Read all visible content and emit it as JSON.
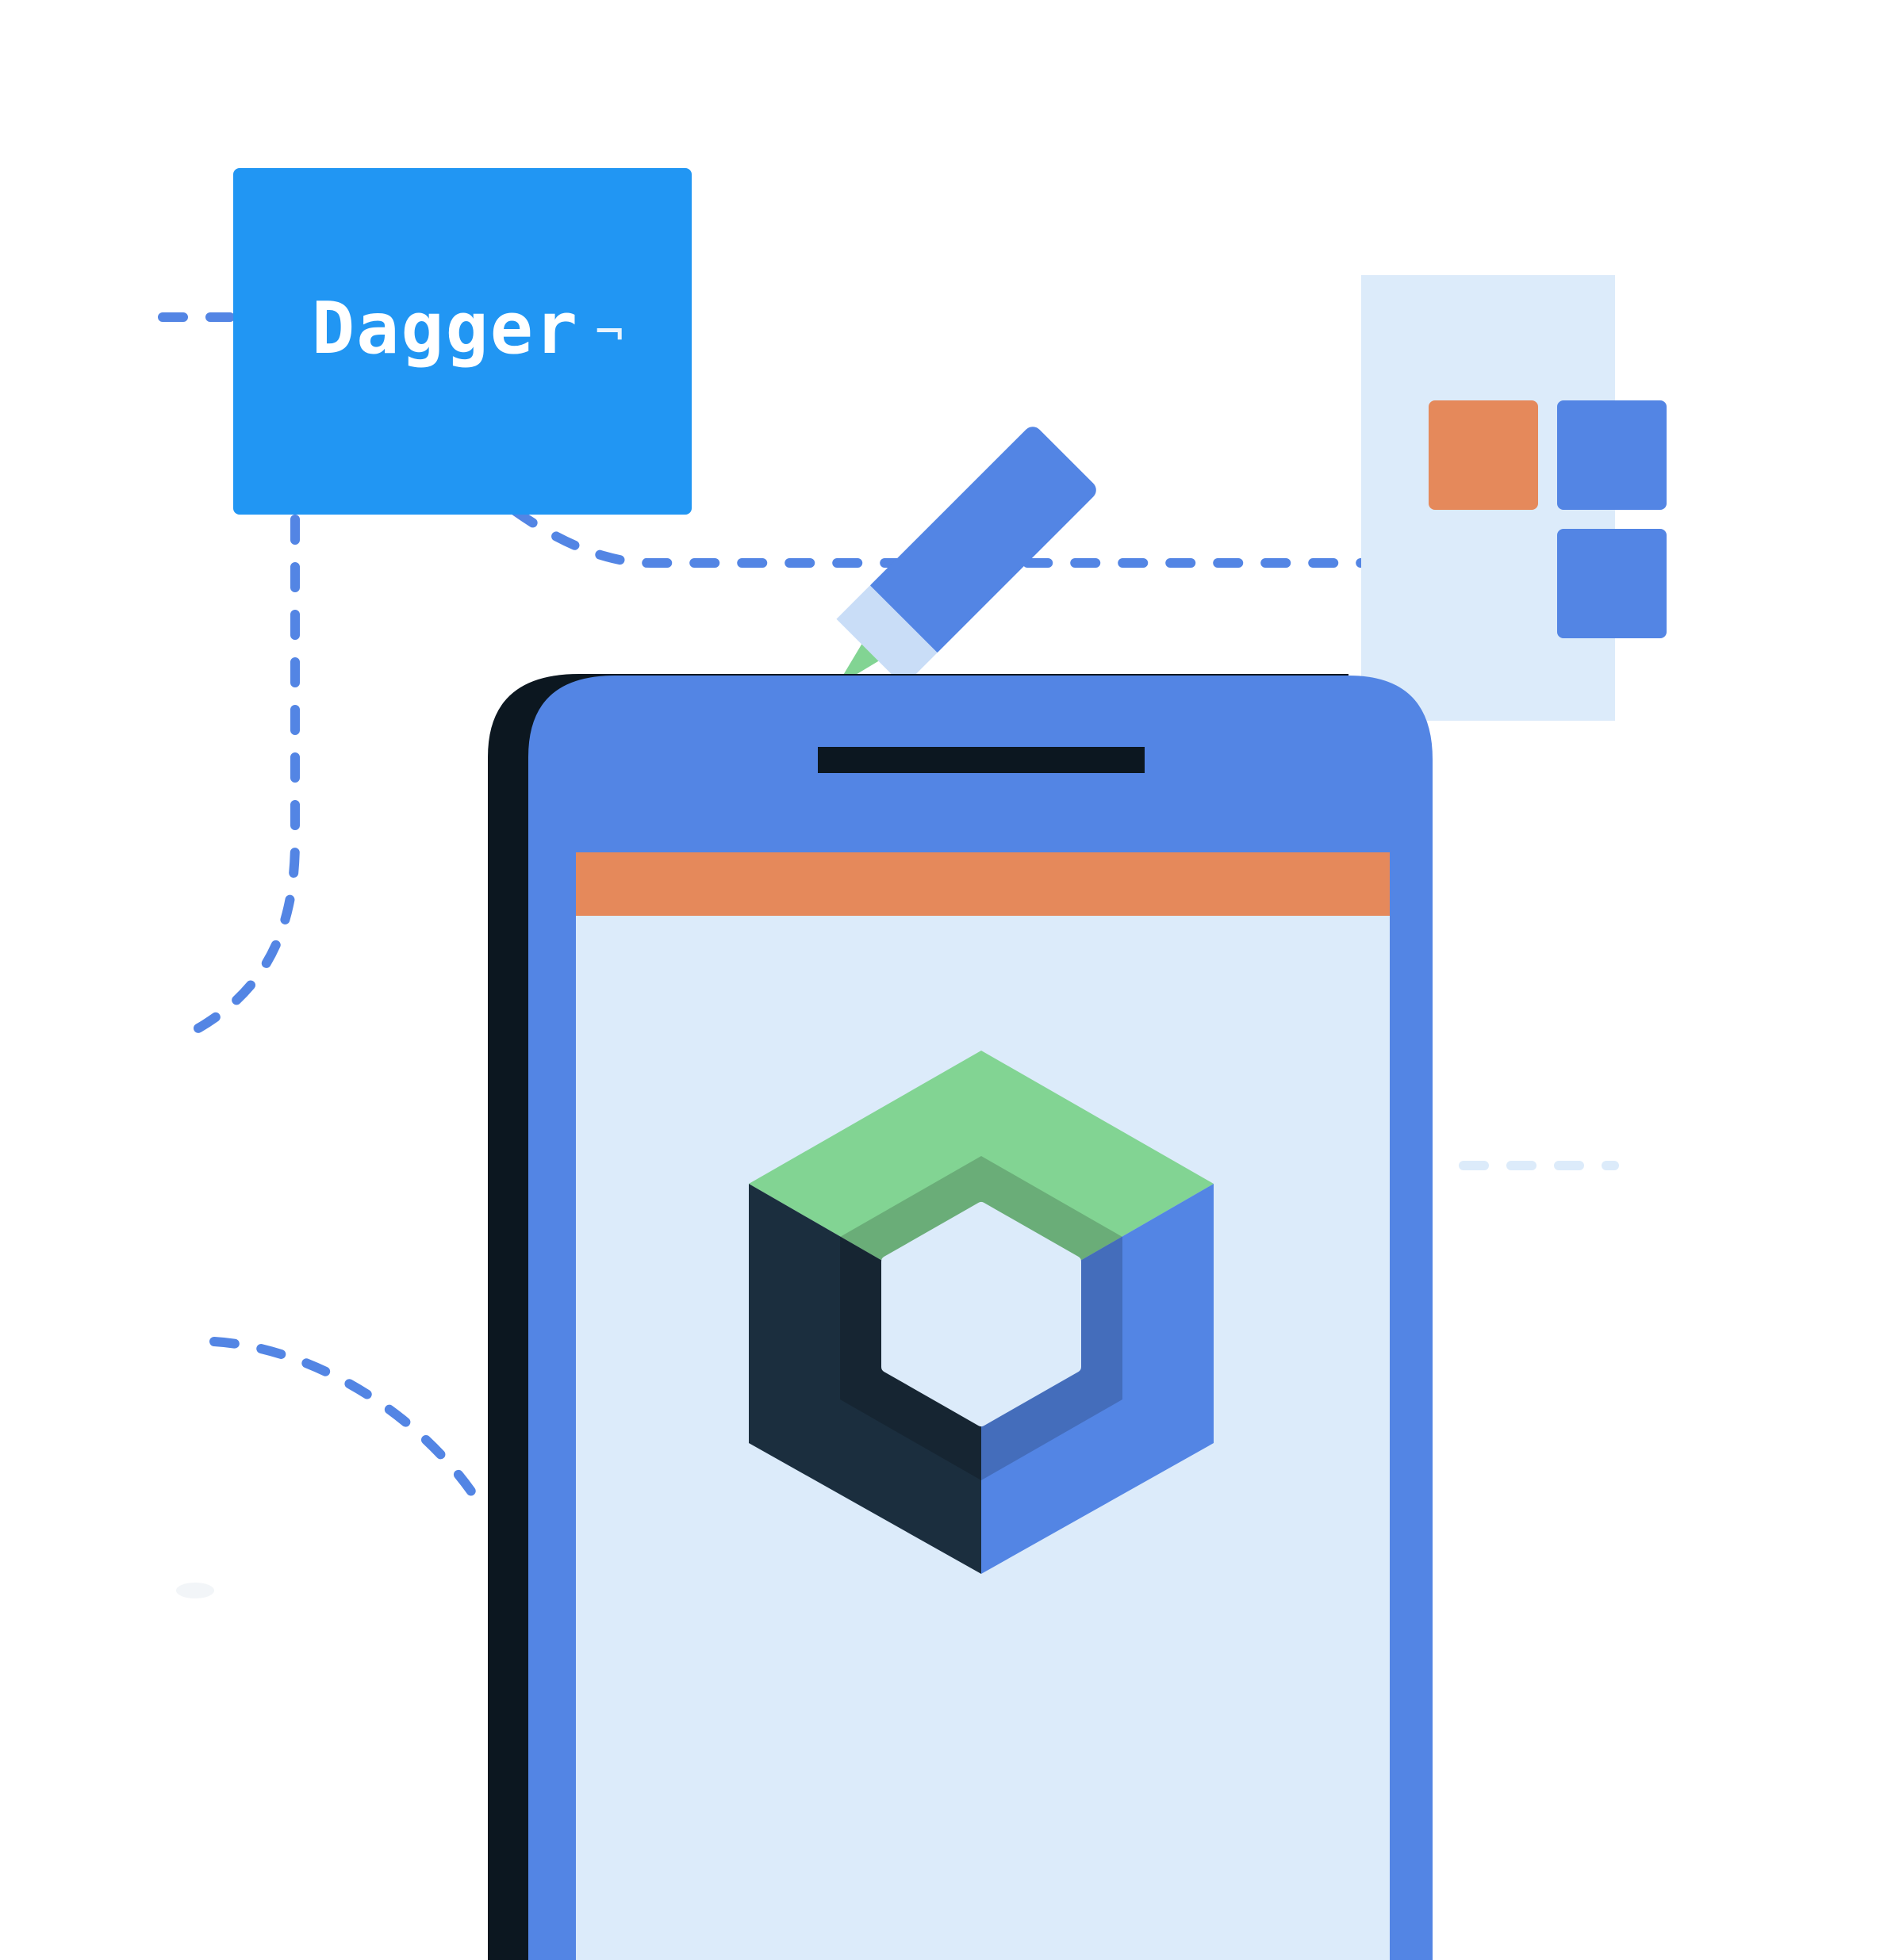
{
  "dagger_card": {
    "label": "Dagger",
    "mark": "¬"
  },
  "colors": {
    "background": "#ffffff",
    "dagger_card": "#2196F3",
    "phone_body": "#5385E4",
    "phone_shadow": "#0C1720",
    "screen": "#DCEBFA",
    "app_bar": "#E5895B",
    "module_panel": "#DCEBFA",
    "module_orange": "#E5895B",
    "module_blue": "#5385E4",
    "dashes": "#5385E4",
    "hilt_green": "#82D493",
    "hilt_dark": "#1B2E3E",
    "hilt_blue": "#5385E4"
  },
  "icons": [
    "dagger-card",
    "phone-device",
    "hilt-hexagon-logo",
    "module-blocks",
    "pencil-icon",
    "dependency-dashed-lines"
  ]
}
